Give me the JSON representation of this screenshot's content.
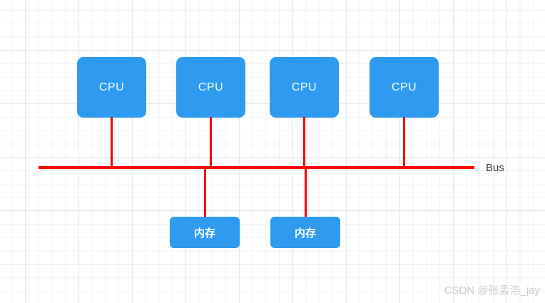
{
  "diagram": {
    "type": "bus-architecture",
    "bus": {
      "label": "Bus",
      "line_color": "#ff0000"
    },
    "cpu_nodes": [
      {
        "label": "CPU"
      },
      {
        "label": "CPU"
      },
      {
        "label": "CPU"
      },
      {
        "label": "CPU"
      }
    ],
    "memory_nodes": [
      {
        "label": "内存"
      },
      {
        "label": "内存"
      }
    ],
    "edges": [
      "cpu-1 — bus",
      "cpu-2 — bus",
      "cpu-3 — bus",
      "cpu-4 — bus",
      "bus — memory-1",
      "bus — memory-2"
    ],
    "colors": {
      "node_fill": "#2e9bf0",
      "node_text": "#ffffff",
      "connector": "#ff0000",
      "bus_label_text": "#3d3d3d",
      "grid_minor": "#f2f2f2",
      "grid_major": "#e6e6e6",
      "background": "#ffffff"
    }
  },
  "watermark": {
    "text": "CSDN @张孟浩_jay",
    "color": "#cbcbcb"
  }
}
